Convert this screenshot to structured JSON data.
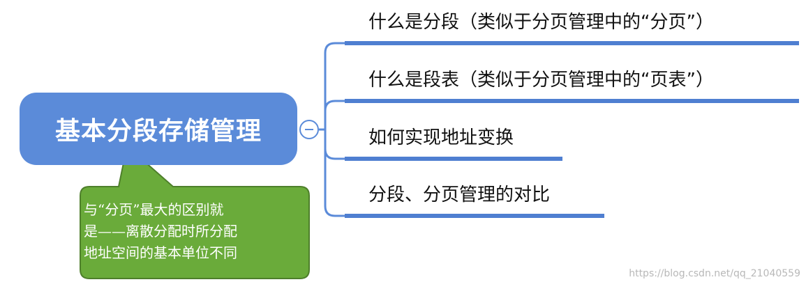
{
  "root": {
    "label": "基本分段存储管理"
  },
  "branches": [
    {
      "label": "什么是分段（类似于分页管理中的“分页”）"
    },
    {
      "label": "什么是段表（类似于分页管理中的“页表”）"
    },
    {
      "label": "如何实现地址变换"
    },
    {
      "label": "分段、分页管理的对比"
    }
  ],
  "callout": {
    "lines": [
      "与“分页”最大的区别就",
      "是——离散分配时所分配",
      "地址空间的基本单位不同"
    ]
  },
  "watermark": "https://blog.csdn.net/qq_21040559",
  "colors": {
    "root_fill": "#5b8bd9",
    "branch_line": "#4f7fd1",
    "connector": "#5b8bd9",
    "callout_fill": "#6aab3a",
    "callout_border": "#4e7f2b"
  }
}
